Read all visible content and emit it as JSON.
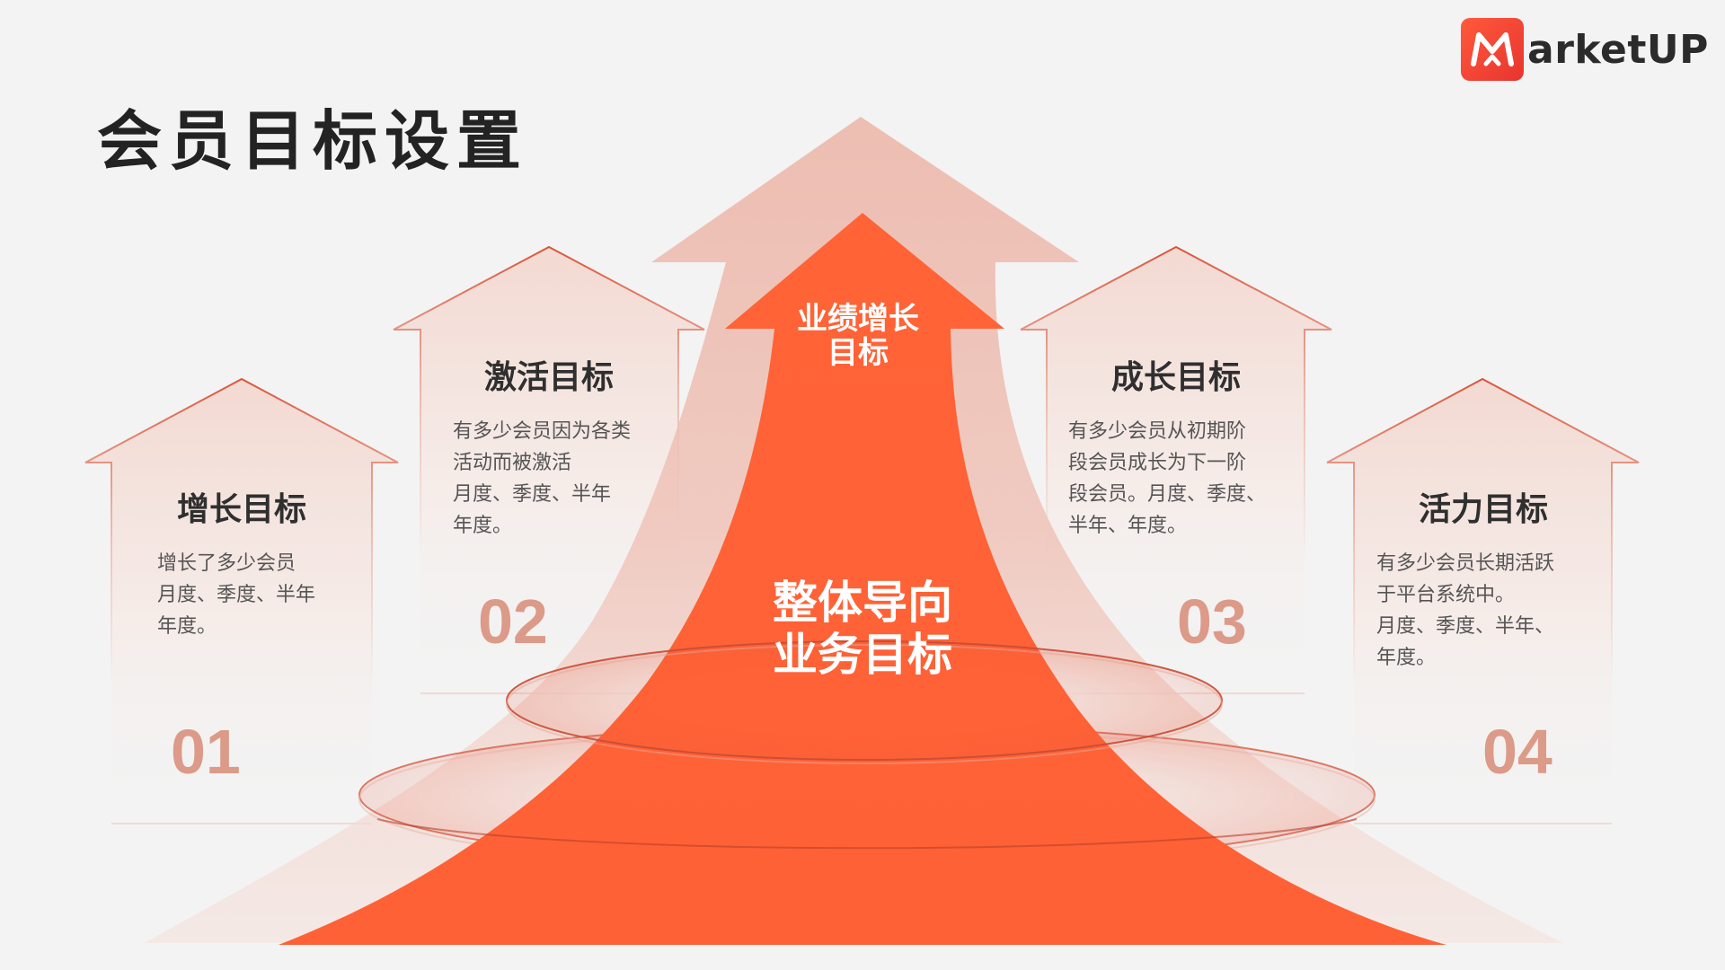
{
  "header": {
    "title": "会员目标设置",
    "logo_text": "arketUP"
  },
  "center": {
    "top_label_line1": "业绩增长",
    "top_label_line2": "目标",
    "main_label_line1": "整体导向",
    "main_label_line2": "业务目标"
  },
  "cards": [
    {
      "title": "增长目标",
      "number": "01",
      "lines": [
        "增长了多少会员",
        "月度、季度、半年",
        "年度。"
      ]
    },
    {
      "title": "激活目标",
      "number": "02",
      "lines": [
        "有多少会员因为各类",
        "活动而被激活",
        "月度、季度、半年",
        "年度。"
      ]
    },
    {
      "title": "成长目标",
      "number": "03",
      "lines": [
        "有多少会员从初期阶",
        "段会员成长为下一阶",
        "段会员。月度、季度、",
        "半年、年度。"
      ]
    },
    {
      "title": "活力目标",
      "number": "04",
      "lines": [
        "有多少会员长期活跃",
        "于平台系统中。",
        "月度、季度、半年、",
        "年度。"
      ]
    }
  ],
  "colors": {
    "accent": "#ff6136",
    "accent_light": "#efc2b6",
    "title_text": "#232323",
    "number_text": "#dc9a88"
  }
}
